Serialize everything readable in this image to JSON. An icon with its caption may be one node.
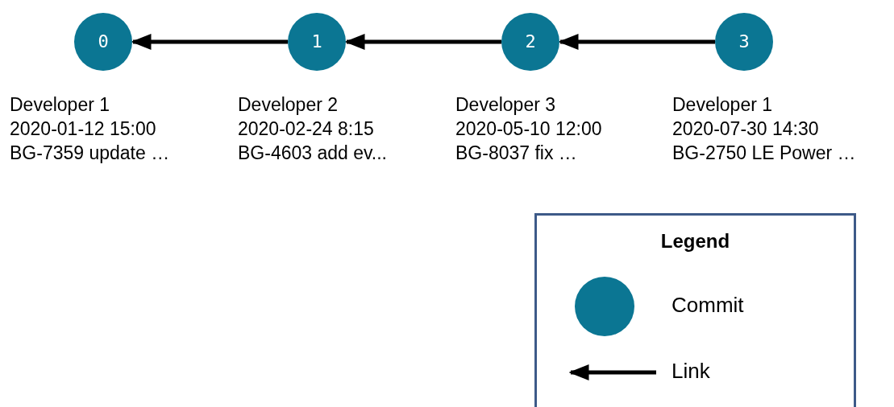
{
  "diagram": {
    "nodes": [
      {
        "text": [
          "0"
        ],
        "beside": [
          "Developer 1",
          "2020-01-12 15:00",
          "BG-7359 update …"
        ]
      },
      {
        "text": [
          "1"
        ],
        "beside": [
          "Developer 2",
          "2020-02-24 8:15",
          "BG-4603 add ev..."
        ]
      },
      {
        "text": [
          "2"
        ],
        "beside": [
          "Developer 3",
          "2020-05-10 12:00",
          "BG-8037 fix …"
        ]
      },
      {
        "text": [
          "3"
        ],
        "beside": [
          "Developer 1",
          "2020-07-30 14:30",
          "BG-2750 LE Power …"
        ]
      }
    ],
    "edges": [
      {
        "from": 1,
        "to": 0,
        "arrow": "to"
      },
      {
        "from": 2,
        "to": 1,
        "arrow": "to"
      },
      {
        "from": 3,
        "to": 2,
        "arrow": "to"
      }
    ],
    "labels": [
      "Legend"
    ],
    "legend": [
      {
        "text": "Commit"
      },
      {
        "text": "Link"
      }
    ]
  }
}
